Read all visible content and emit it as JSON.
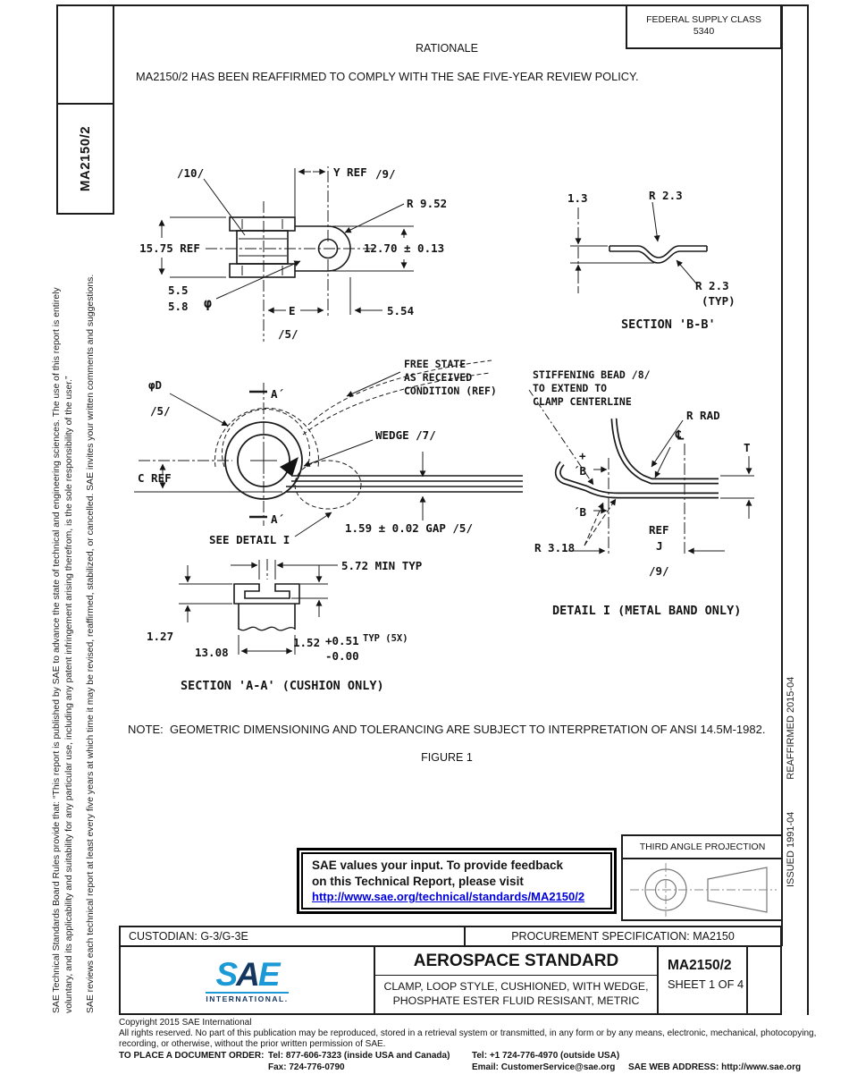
{
  "header": {
    "federal_supply_class": "FEDERAL SUPPLY CLASS",
    "federal_supply_class_code": "5340",
    "rationale_title": "RATIONALE",
    "rationale_body": "MA2150/2 HAS BEEN REAFFIRMED TO COMPLY WITH THE SAE FIVE-YEAR REVIEW POLICY.",
    "doc_number_vertical": "MA2150/2"
  },
  "sidebars": {
    "left_para1_line1": "SAE Technical Standards Board Rules provide that: “This report is published by SAE to advance the state of technical and engineering sciences. The use of this report is entirely",
    "left_para1_line2": "voluntary, and its applicability and suitability for any particular use, including any patent infringement arising therefrom, is the sole responsibility of the user.”",
    "left_para2": "SAE reviews each technical report at least every five years at which time it may be revised, reaffirmed, stabilized, or cancelled. SAE invites your written comments and suggestions.",
    "issued": "ISSUED 1991-04",
    "reaffirmed": "REAFFIRMED 2015-04"
  },
  "figure": {
    "caption": "FIGURE 1",
    "note": "NOTE:  GEOMETRIC DIMENSIONING AND TOLERANCING ARE SUBJECT TO INTERPRETATION OF ANSI 14.5M-1982.",
    "top_view": {
      "flag10": "/10/",
      "y_ref": "Y REF",
      "flag9": "/9/",
      "r952": "R 9.52",
      "ref1575": "15.75 REF",
      "dim1270": "12.70 ± 0.13",
      "d55": "5.5",
      "d58": "5.8",
      "phi": "φ",
      "e": "E",
      "d554": "5.54",
      "flag5": "/5/"
    },
    "section_bb": {
      "d13": "1.3",
      "r23_top": "R 2.3",
      "r23_bot": "R 2.3",
      "typ": "(TYP)",
      "caption": "SECTION 'B-B'"
    },
    "side_view": {
      "phi_d": "φD",
      "flag5": "/5/",
      "a_top": "A´",
      "a_bot": "A´",
      "free1": "FREE STATE",
      "free2": "AS RECEIVED",
      "free3": "CONDITION (REF)",
      "wedge": "WEDGE /7/",
      "c_ref": "C REF",
      "see_detail": "SEE DETAIL I",
      "gap": "1.59 ± 0.02 GAP /5/"
    },
    "detail_i": {
      "bead1": "STIFFENING BEAD /8/",
      "bead2": "TO EXTEND TO",
      "bead3": "CLAMP CENTERLINE",
      "r_rad": "R RAD",
      "t": "T",
      "plus": "+",
      "b_top": "´B",
      "b_bot": "´B",
      "cl": "℄",
      "ref": "REF",
      "j": "J",
      "r318": "R 3.18",
      "flag9": "/9/",
      "caption": "DETAIL I (METAL BAND ONLY)"
    },
    "section_aa": {
      "d572": "5.72 MIN TYP",
      "d127": "1.27",
      "d1308": "13.08",
      "d152": "1.52",
      "tol_plus": "+0.51",
      "tol_minus": "-0.00",
      "typ5x": "TYP (5X)",
      "caption": "SECTION 'A-A' (CUSHION ONLY)"
    }
  },
  "feedback_box": {
    "line1": "SAE values your input. To provide feedback",
    "line2": "on this Technical Report, please visit",
    "link": "http://www.sae.org/technical/standards/MA2150/2"
  },
  "projection_box": {
    "title": "THIRD ANGLE PROJECTION"
  },
  "custodian_row": {
    "custodian": "CUSTODIAN: G-3/G-3E",
    "procurement": "PROCUREMENT SPECIFICATION: MA2150"
  },
  "title_block": {
    "logo_text": "SAE",
    "logo_subtext": "INTERNATIONAL.",
    "standard_type": "AEROSPACE STANDARD",
    "title_line1": "CLAMP, LOOP STYLE, CUSHIONED, WITH WEDGE,",
    "title_line2": "PHOSPHATE ESTER FLUID RESISANT, METRIC",
    "doc_number": "MA2150/2",
    "sheet": "SHEET 1 OF 4",
    "logo_blue": "#1c9ad6",
    "logo_navy": "#15365f"
  },
  "footer": {
    "copyright": "Copyright 2015 SAE International",
    "rights1": "All rights reserved. No part of this publication may be reproduced, stored in a retrieval system or transmitted, in any form or by any means, electronic, mechanical, photocopying,",
    "rights2": "recording, or otherwise, without the prior written permission of SAE.",
    "order_label": "TO PLACE A DOCUMENT ORDER:",
    "tel_inside": "Tel: 877-606-7323 (inside USA and Canada)",
    "tel_outside": "Tel: +1 724-776-4970 (outside USA)",
    "fax": "Fax: 724-776-0790",
    "email": "Email: CustomerService@sae.org",
    "web": "SAE WEB ADDRESS: http://www.sae.org"
  }
}
